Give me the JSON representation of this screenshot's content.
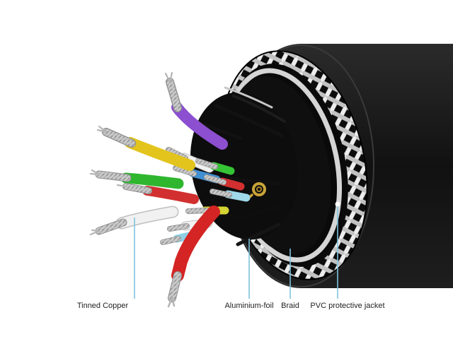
{
  "diagram": {
    "title": "cable-cross-section",
    "labels": {
      "tinned_copper": "Tinned Copper",
      "aluminium_foil": "Aluminium-foil",
      "braid": "Braid",
      "pvc_jacket": "PVC protective jacket"
    },
    "colors": {
      "background": "#ffffff",
      "leader_line": "#7fc4dd",
      "jacket": "#161616",
      "braid_light": "#ededed",
      "foil": "#d5d5d5",
      "wire_purple": "#8c4fd0",
      "wire_yellow": "#e3c41c",
      "wire_green": "#2fb62f",
      "wire_red": "#d23030",
      "wire_red_big": "#d42424",
      "wire_white": "#f1f1f1",
      "wire_blue": "#3f8fd2",
      "wire_cyan": "#9fd9ea",
      "wire_yellowgreen": "#d4d434",
      "tinned_strand": "#c9c9c9",
      "gold_strand": "#c9a437",
      "label_text": "#222222"
    }
  }
}
